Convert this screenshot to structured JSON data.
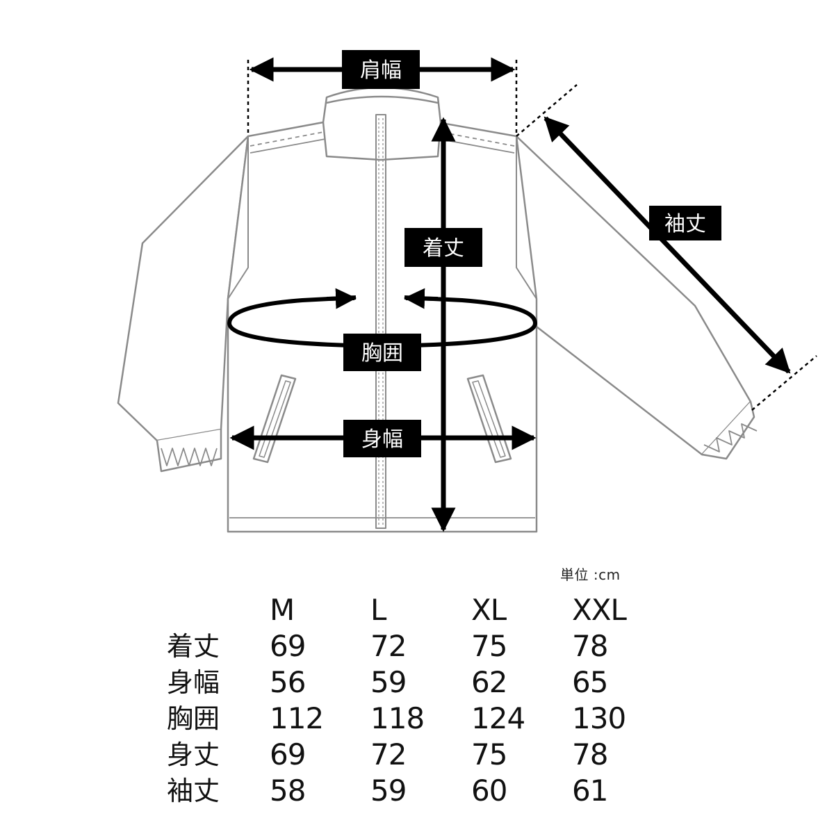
{
  "diagram": {
    "labels": {
      "shoulder": "肩幅",
      "length": "着丈",
      "sleeve": "袖丈",
      "chest": "胸囲",
      "body_width": "身幅"
    }
  },
  "table": {
    "unit": "単位 :cm",
    "sizes": [
      "M",
      "L",
      "XL",
      "XXL"
    ],
    "rows": [
      {
        "label": "着丈",
        "values": [
          "69",
          "72",
          "75",
          "78"
        ]
      },
      {
        "label": "身幅",
        "values": [
          "56",
          "59",
          "62",
          "65"
        ]
      },
      {
        "label": "胸囲",
        "values": [
          "112",
          "118",
          "124",
          "130"
        ]
      },
      {
        "label": "身丈",
        "values": [
          "69",
          "72",
          "75",
          "78"
        ]
      },
      {
        "label": "袖丈",
        "values": [
          "58",
          "59",
          "60",
          "61"
        ]
      }
    ]
  }
}
